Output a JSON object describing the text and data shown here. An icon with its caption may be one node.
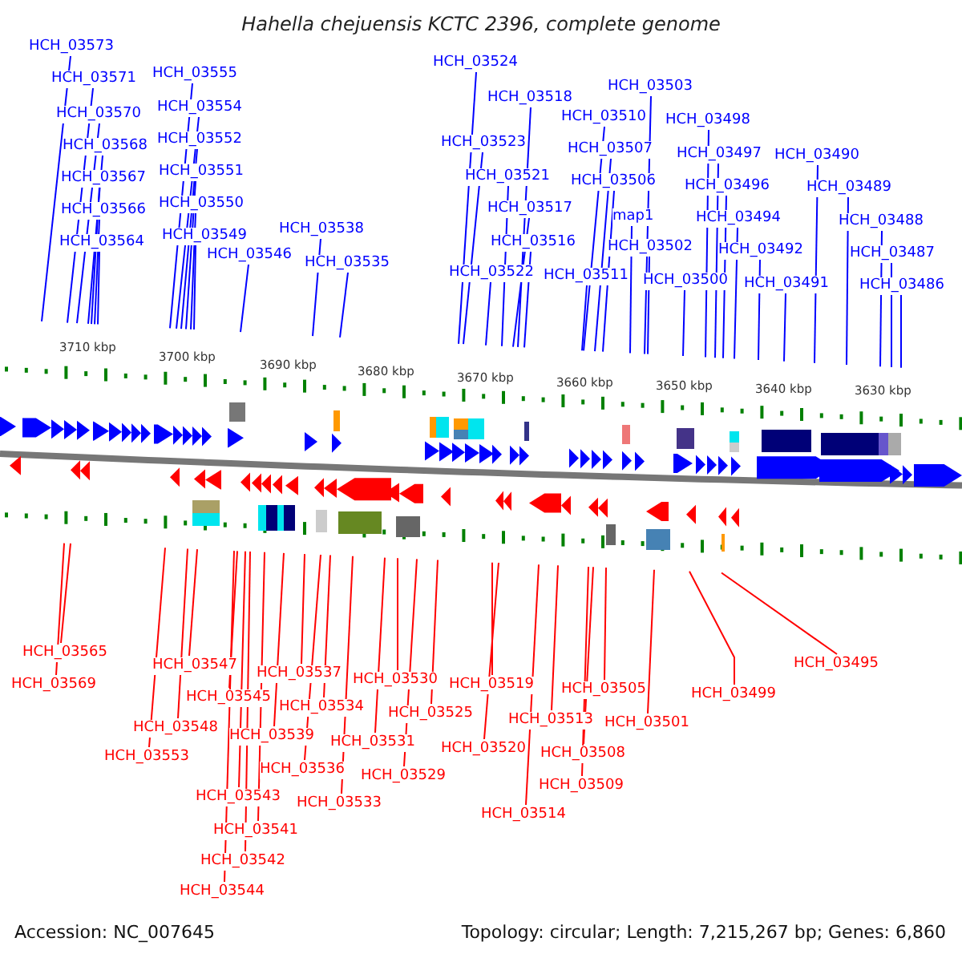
{
  "diagram": {
    "title": "Hahella chejuensis KCTC 2396, complete genome",
    "nodes": [
      {
        "text": [
          "HCH_03573"
        ]
      },
      {
        "text": [
          "HCH_03571"
        ]
      },
      {
        "text": [
          "HCH_03570"
        ]
      },
      {
        "text": [
          "HCH_03568"
        ]
      },
      {
        "text": [
          "HCH_03567"
        ]
      },
      {
        "text": [
          "HCH_03566"
        ]
      },
      {
        "text": [
          "HCH_03564"
        ]
      },
      {
        "text": [
          "HCH_03555"
        ]
      },
      {
        "text": [
          "HCH_03554"
        ]
      },
      {
        "text": [
          "HCH_03552"
        ]
      },
      {
        "text": [
          "HCH_03551"
        ]
      },
      {
        "text": [
          "HCH_03550"
        ]
      },
      {
        "text": [
          "HCH_03549"
        ]
      },
      {
        "text": [
          "HCH_03546"
        ]
      },
      {
        "text": [
          "HCH_03538"
        ]
      },
      {
        "text": [
          "HCH_03535"
        ]
      },
      {
        "text": [
          "HCH_03524"
        ]
      },
      {
        "text": [
          "HCH_03523"
        ]
      },
      {
        "text": [
          "HCH_03521"
        ]
      },
      {
        "text": [
          "HCH_03518"
        ]
      },
      {
        "text": [
          "HCH_03517"
        ]
      },
      {
        "text": [
          "HCH_03516"
        ]
      },
      {
        "text": [
          "HCH_03522"
        ]
      },
      {
        "text": [
          "HCH_03510"
        ]
      },
      {
        "text": [
          "HCH_03507"
        ]
      },
      {
        "text": [
          "HCH_03506"
        ]
      },
      {
        "text": [
          "map1"
        ]
      },
      {
        "text": [
          "HCH_03511"
        ]
      },
      {
        "text": [
          "HCH_03503"
        ]
      },
      {
        "text": [
          "HCH_03502"
        ]
      },
      {
        "text": [
          "HCH_03500"
        ]
      },
      {
        "text": [
          "HCH_03498"
        ]
      },
      {
        "text": [
          "HCH_03497"
        ]
      },
      {
        "text": [
          "HCH_03496"
        ]
      },
      {
        "text": [
          "HCH_03494"
        ]
      },
      {
        "text": [
          "HCH_03492"
        ]
      },
      {
        "text": [
          "HCH_03491"
        ]
      },
      {
        "text": [
          "HCH_03490"
        ]
      },
      {
        "text": [
          "HCH_03489"
        ]
      },
      {
        "text": [
          "HCH_03488"
        ]
      },
      {
        "text": [
          "HCH_03487"
        ]
      },
      {
        "text": [
          "HCH_03486"
        ]
      },
      {
        "text": [
          "HCH_03565"
        ]
      },
      {
        "text": [
          "HCH_03569"
        ]
      },
      {
        "text": [
          "HCH_03547"
        ]
      },
      {
        "text": [
          "HCH_03548"
        ]
      },
      {
        "text": [
          "HCH_03553"
        ]
      },
      {
        "text": [
          "HCH_03545"
        ]
      },
      {
        "text": [
          "HCH_03543"
        ]
      },
      {
        "text": [
          "HCH_03544"
        ]
      },
      {
        "text": [
          "HCH_03541"
        ]
      },
      {
        "text": [
          "HCH_03542"
        ]
      },
      {
        "text": [
          "HCH_03539"
        ]
      },
      {
        "text": [
          "HCH_03537"
        ]
      },
      {
        "text": [
          "HCH_03534"
        ]
      },
      {
        "text": [
          "HCH_03536"
        ]
      },
      {
        "text": [
          "HCH_03533"
        ]
      },
      {
        "text": [
          "HCH_03530"
        ]
      },
      {
        "text": [
          "HCH_03531"
        ]
      },
      {
        "text": [
          "HCH_03529"
        ]
      },
      {
        "text": [
          "HCH_03525"
        ]
      },
      {
        "text": [
          "HCH_03519"
        ]
      },
      {
        "text": [
          "HCH_03520"
        ]
      },
      {
        "text": [
          "HCH_03514"
        ]
      },
      {
        "text": [
          "HCH_03513"
        ]
      },
      {
        "text": [
          "HCH_03505"
        ]
      },
      {
        "text": [
          "HCH_03508"
        ]
      },
      {
        "text": [
          "HCH_03509"
        ]
      },
      {
        "text": [
          "HCH_03501"
        ]
      },
      {
        "text": [
          "HCH_03499"
        ]
      },
      {
        "text": [
          "HCH_03495"
        ]
      }
    ],
    "edges": [
      {
        "from": 0,
        "to": null,
        "arrow": "none"
      },
      {
        "from": 1,
        "to": null,
        "arrow": "none"
      },
      {
        "from": 2,
        "to": null,
        "arrow": "none"
      },
      {
        "from": 3,
        "to": null,
        "arrow": "none"
      },
      {
        "from": 4,
        "to": null,
        "arrow": "none"
      },
      {
        "from": 5,
        "to": null,
        "arrow": "none"
      },
      {
        "from": 6,
        "to": null,
        "arrow": "none"
      },
      {
        "from": 7,
        "to": null,
        "arrow": "none"
      },
      {
        "from": 8,
        "to": null,
        "arrow": "none"
      },
      {
        "from": 9,
        "to": null,
        "arrow": "none"
      },
      {
        "from": 10,
        "to": null,
        "arrow": "none"
      },
      {
        "from": 11,
        "to": null,
        "arrow": "none"
      },
      {
        "from": 12,
        "to": null,
        "arrow": "none"
      },
      {
        "from": 13,
        "to": null,
        "arrow": "none"
      },
      {
        "from": 14,
        "to": null,
        "arrow": "none"
      },
      {
        "from": 15,
        "to": null,
        "arrow": "none"
      },
      {
        "from": 16,
        "to": null,
        "arrow": "none"
      },
      {
        "from": 17,
        "to": null,
        "arrow": "none"
      },
      {
        "from": 18,
        "to": null,
        "arrow": "none"
      },
      {
        "from": 19,
        "to": null,
        "arrow": "none"
      },
      {
        "from": 20,
        "to": null,
        "arrow": "none"
      },
      {
        "from": 21,
        "to": null,
        "arrow": "none"
      },
      {
        "from": 22,
        "to": null,
        "arrow": "none"
      },
      {
        "from": 23,
        "to": null,
        "arrow": "none"
      },
      {
        "from": 24,
        "to": null,
        "arrow": "none"
      },
      {
        "from": 25,
        "to": null,
        "arrow": "none"
      },
      {
        "from": 26,
        "to": null,
        "arrow": "none"
      },
      {
        "from": 27,
        "to": null,
        "arrow": "none"
      },
      {
        "from": 28,
        "to": null,
        "arrow": "none"
      },
      {
        "from": 29,
        "to": null,
        "arrow": "none"
      },
      {
        "from": 30,
        "to": null,
        "arrow": "none"
      },
      {
        "from": 31,
        "to": null,
        "arrow": "none"
      },
      {
        "from": 32,
        "to": null,
        "arrow": "none"
      },
      {
        "from": 33,
        "to": null,
        "arrow": "none"
      },
      {
        "from": 34,
        "to": null,
        "arrow": "none"
      },
      {
        "from": 35,
        "to": null,
        "arrow": "none"
      },
      {
        "from": 36,
        "to": null,
        "arrow": "none"
      },
      {
        "from": 37,
        "to": null,
        "arrow": "none"
      },
      {
        "from": 38,
        "to": null,
        "arrow": "none"
      },
      {
        "from": 39,
        "to": null,
        "arrow": "none"
      },
      {
        "from": 40,
        "to": null,
        "arrow": "none"
      },
      {
        "from": 41,
        "to": null,
        "arrow": "none"
      },
      {
        "from": 42,
        "to": null,
        "arrow": "none",
        "color": "#ff0000"
      },
      {
        "from": 43,
        "to": null,
        "arrow": "none",
        "color": "#ff0000"
      },
      {
        "from": 44,
        "to": null,
        "arrow": "none",
        "color": "#ff0000"
      },
      {
        "from": 45,
        "to": null,
        "arrow": "none",
        "color": "#ff0000"
      },
      {
        "from": 46,
        "to": null,
        "arrow": "none",
        "color": "#ff0000"
      },
      {
        "from": 47,
        "to": null,
        "arrow": "none",
        "color": "#ff0000"
      },
      {
        "from": 48,
        "to": null,
        "arrow": "none",
        "color": "#ff0000"
      },
      {
        "from": 49,
        "to": null,
        "arrow": "none",
        "color": "#ff0000"
      },
      {
        "from": 50,
        "to": null,
        "arrow": "none",
        "color": "#ff0000"
      },
      {
        "from": 51,
        "to": null,
        "arrow": "none",
        "color": "#ff0000"
      },
      {
        "from": 52,
        "to": null,
        "arrow": "none",
        "color": "#ff0000"
      },
      {
        "from": 53,
        "to": null,
        "arrow": "none",
        "color": "#ff0000"
      },
      {
        "from": 54,
        "to": null,
        "arrow": "none",
        "color": "#ff0000"
      },
      {
        "from": 55,
        "to": null,
        "arrow": "none",
        "color": "#ff0000"
      },
      {
        "from": 56,
        "to": null,
        "arrow": "none",
        "color": "#ff0000"
      },
      {
        "from": 57,
        "to": null,
        "arrow": "none",
        "color": "#ff0000"
      },
      {
        "from": 58,
        "to": null,
        "arrow": "none",
        "color": "#ff0000"
      },
      {
        "from": 59,
        "to": null,
        "arrow": "none",
        "color": "#ff0000"
      },
      {
        "from": 60,
        "to": null,
        "arrow": "none",
        "color": "#ff0000"
      },
      {
        "from": 61,
        "to": null,
        "arrow": "none",
        "color": "#ff0000"
      },
      {
        "from": 62,
        "to": null,
        "arrow": "none",
        "color": "#ff0000"
      },
      {
        "from": 63,
        "to": null,
        "arrow": "none",
        "color": "#ff0000"
      },
      {
        "from": 64,
        "to": null,
        "arrow": "none",
        "color": "#ff0000"
      },
      {
        "from": 65,
        "to": null,
        "arrow": "none",
        "color": "#ff0000"
      },
      {
        "from": 66,
        "to": null,
        "arrow": "none",
        "color": "#ff0000"
      },
      {
        "from": 67,
        "to": null,
        "arrow": "none",
        "color": "#ff0000"
      },
      {
        "from": 68,
        "to": null,
        "arrow": "none",
        "color": "#ff0000"
      },
      {
        "from": 69,
        "to": null,
        "arrow": "none",
        "color": "#ff0000"
      },
      {
        "from": 70,
        "to": null,
        "arrow": "none",
        "color": "#ff0000"
      }
    ],
    "labels": [
      "3710 kbp",
      "3700 kbp",
      "3690 kbp",
      "3680 kbp",
      "3670 kbp",
      "3660 kbp",
      "3650 kbp",
      "3640 kbp",
      "3630 kbp",
      "Accession: NC_007645",
      "Topology: circular; Length: 7,215,267 bp; Genes: 6,860"
    ]
  }
}
